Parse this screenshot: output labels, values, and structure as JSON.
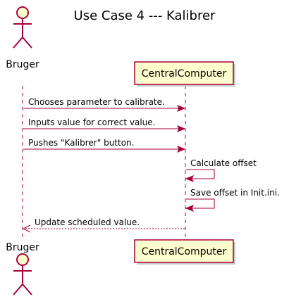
{
  "title": "Use Case 4 --- Kalibrer",
  "colors": {
    "line": "#A80036",
    "fill": "#FEFECE"
  },
  "participants": [
    {
      "id": "bruger",
      "label": "Bruger",
      "kind": "actor"
    },
    {
      "id": "central",
      "label": "CentralComputer",
      "kind": "participant"
    }
  ],
  "messages": [
    {
      "from": "bruger",
      "to": "central",
      "label": "Chooses parameter to calibrate.",
      "style": "solid"
    },
    {
      "from": "bruger",
      "to": "central",
      "label": "Inputs value for correct value.",
      "style": "solid"
    },
    {
      "from": "bruger",
      "to": "central",
      "label": "Pushes \"Kalibrer\" button.",
      "style": "solid"
    },
    {
      "from": "central",
      "to": "central",
      "label": "Calculate offset",
      "style": "self"
    },
    {
      "from": "central",
      "to": "central",
      "label": "Save offset in Init.ini.",
      "style": "self"
    },
    {
      "from": "central",
      "to": "bruger",
      "label": "Update scheduled value.",
      "style": "dashed"
    }
  ]
}
